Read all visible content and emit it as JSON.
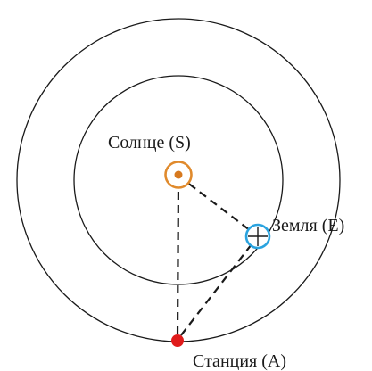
{
  "labels": {
    "sun": "Солнце (S)",
    "earth": "Земля (E)",
    "station": "Станция (A)"
  },
  "colors": {
    "orbit": "#1a1a1a",
    "sun_ring": "#e08a2c",
    "sun_core": "#d7791f",
    "earth": "#2aa3df",
    "station": "#e01b1b",
    "dashed": "#1a1a1a"
  }
}
